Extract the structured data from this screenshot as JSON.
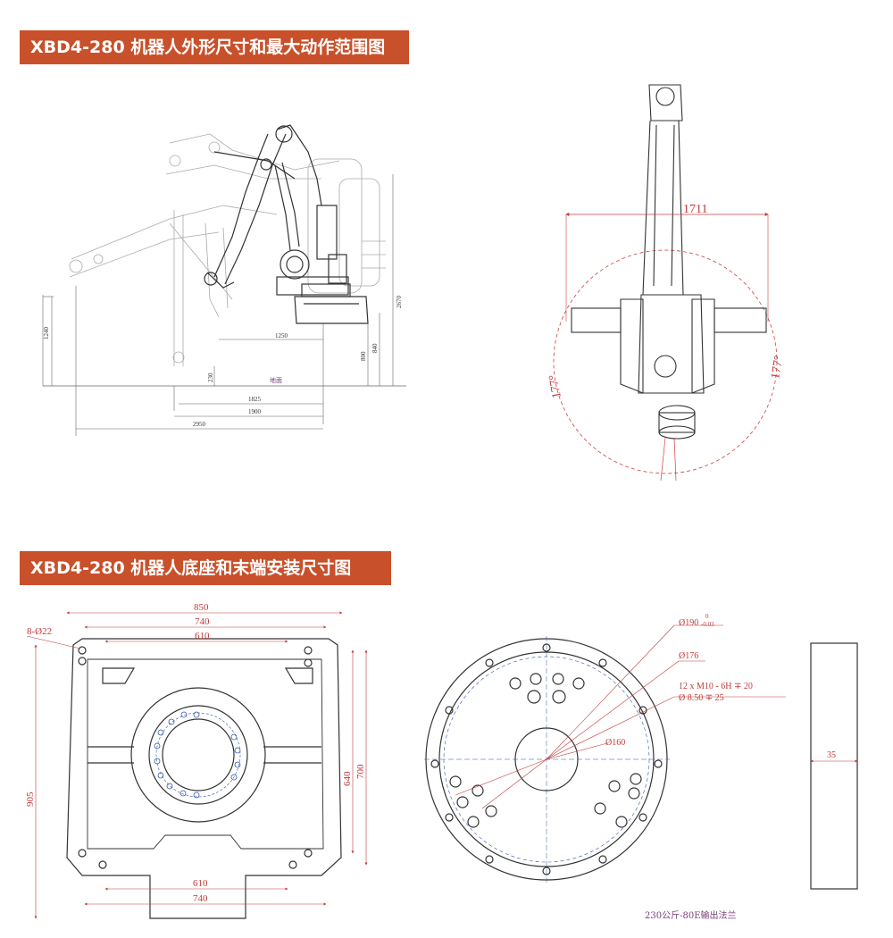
{
  "section1": {
    "title": "XBD4-280 机器人外形尺寸和最大动作范围图",
    "side_dims": {
      "d1240": "1240",
      "d1250": "1250",
      "d230": "230",
      "d800": "800",
      "d840": "840",
      "d2670": "2670",
      "d1825": "1825",
      "d1900": "1900",
      "d2950": "2950",
      "ground": "地面"
    },
    "top_dims": {
      "span": "1711",
      "angle_left": "177°",
      "angle_right": "177°"
    }
  },
  "section2": {
    "title": "XBD4-280 机器人底座和末端安装尺寸图",
    "base_dims": {
      "holes": "8-Ø22",
      "w850": "850",
      "w740_top": "740",
      "w610_top": "610",
      "h905": "905",
      "h640": "640",
      "h700": "700",
      "w610_bottom": "610",
      "w740_bottom": "740"
    },
    "flange_dims": {
      "d190": "Ø190",
      "tol_upper": "0",
      "tol_lower": "-0.03",
      "d176": "Ø176",
      "thread": "12 x  M10 - 6H ∓ 20",
      "pin": "Ø  8.50 ∓ 25",
      "d160": "Ø160",
      "thickness": "35",
      "caption": "230公斤-80E输出法兰"
    }
  },
  "colors": {
    "banner": "#c8502a",
    "dimension": "#c23a3a",
    "outline": "#333333"
  }
}
